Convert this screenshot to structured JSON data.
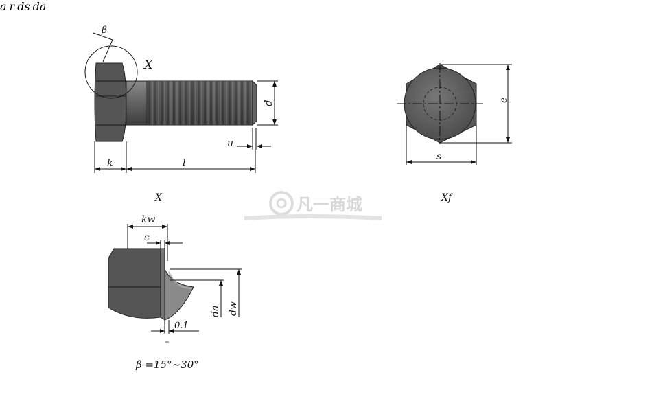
{
  "labels": {
    "beta": "β",
    "x_main": "X",
    "d": "d",
    "u": "u",
    "k": "k",
    "l": "l",
    "e": "e",
    "s": "s",
    "x_detail": "X",
    "xf_detail": "Xf",
    "kw": "kw",
    "c": "c",
    "da": "da",
    "dw": "dw",
    "zero_one": "0.1",
    "a": "a",
    "r": "r",
    "ds": "ds",
    "da2": "da"
  },
  "beta_note": "β =15°~30°",
  "watermark": "凡一商城",
  "colors": {
    "metal": "#5a5a5a",
    "metal_light": "#7d7d7d",
    "metal_dark": "#3c3c3c",
    "line": "#111111",
    "watermark": "#cfcfcf"
  }
}
